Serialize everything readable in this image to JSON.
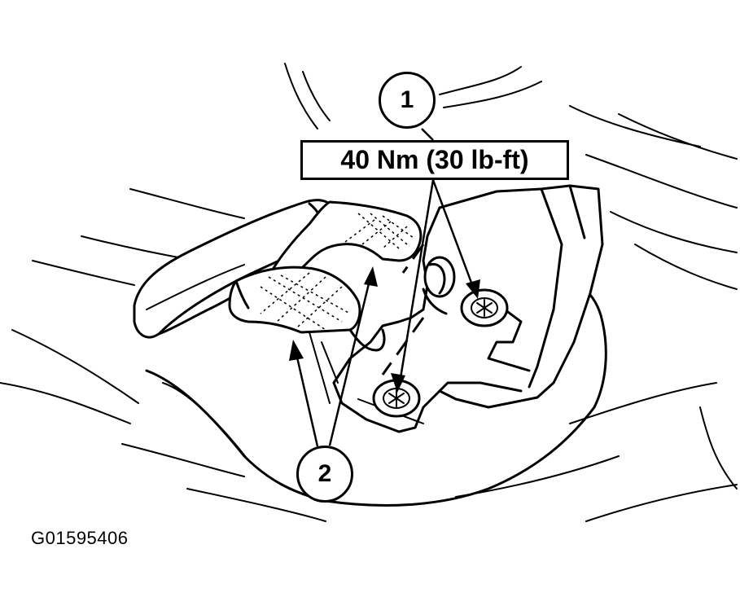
{
  "callouts": {
    "one": "1",
    "two": "2"
  },
  "torque_spec": "40 Nm (30 lb-ft)",
  "figure_id": "G01595406"
}
